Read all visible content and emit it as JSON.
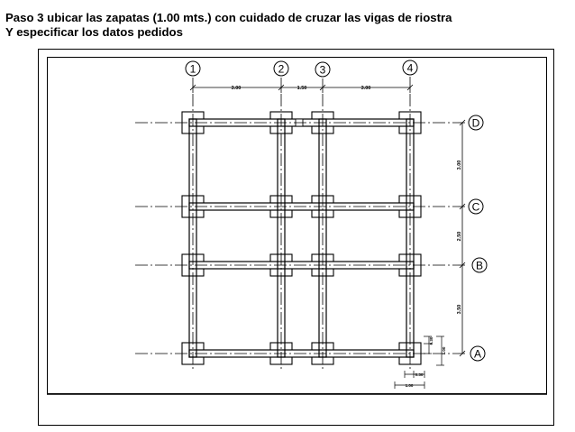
{
  "title": {
    "line1": "Paso 3 ubicar las zapatas (1.00 mts.) con cuidado de cruzar las vigas de riostra",
    "line2": "Y especificar los datos pedidos"
  },
  "axes": {
    "columns": [
      "1",
      "2",
      "3",
      "4"
    ],
    "rows": [
      "D",
      "C",
      "B",
      "A"
    ]
  },
  "dimensions": {
    "top": [
      "3.00",
      "1.50",
      "3.00"
    ],
    "right": [
      "3.00",
      "2.50",
      "3.50"
    ],
    "corner_vertical": [
      "0.30",
      "1.00"
    ],
    "corner_horizontal": [
      "0.30",
      "1.00"
    ]
  },
  "colors": {
    "line": "#000000",
    "background": "#ffffff"
  }
}
